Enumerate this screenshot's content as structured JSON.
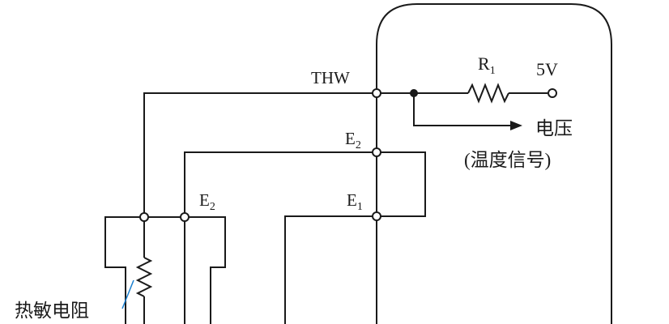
{
  "labels": {
    "thw": "THW",
    "r1_main": "R",
    "r1_sub": "1",
    "supply": "5V",
    "voltage_line1": "电压",
    "voltage_line2": "(温度信号)",
    "e2_ecu_main": "E",
    "e2_ecu_sub": "2",
    "e1_main": "E",
    "e1_sub": "1",
    "e2_sensor_main": "E",
    "e2_sensor_sub": "2",
    "thermistor": "热敏电阻"
  }
}
